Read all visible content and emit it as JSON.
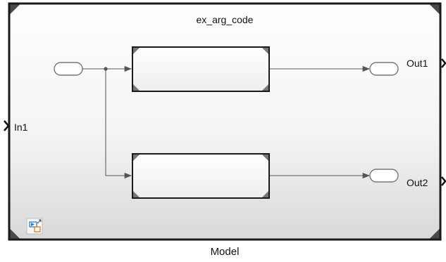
{
  "block": {
    "inner_title": "ex_arg_code",
    "caption": "Model",
    "input_port_label": "In1",
    "output_port_labels": [
      "Out1",
      "Out2"
    ]
  },
  "colors": {
    "frame": "#1a1a1a",
    "line": "#6b6b6b",
    "gradient_top": "#ffffff",
    "gradient_bottom": "#dcdcdc",
    "icon_blue": "#2f7fd1",
    "icon_orange": "#e07a1f"
  },
  "icons": [
    "block-corner-marks",
    "model-reference-icon",
    "port-chevron-icon"
  ]
}
